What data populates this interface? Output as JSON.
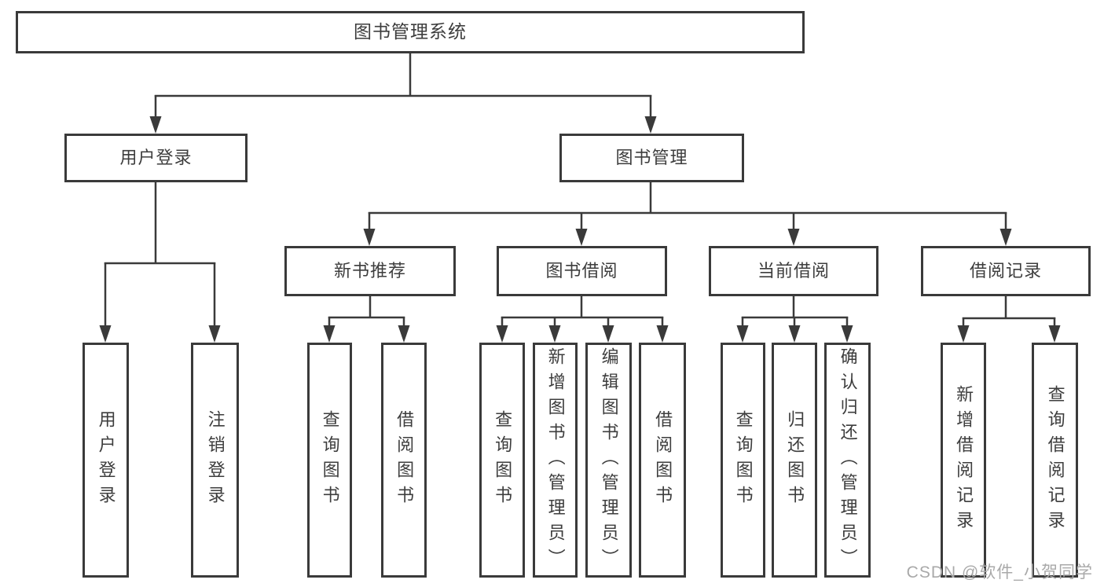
{
  "tree": {
    "label": "图书管理系统",
    "children": [
      {
        "label": "用户登录",
        "children": [
          {
            "label": "用户登录"
          },
          {
            "label": "注销登录"
          }
        ]
      },
      {
        "label": "图书管理",
        "children": [
          {
            "label": "新书推荐",
            "children": [
              {
                "label": "查询图书"
              },
              {
                "label": "借阅图书"
              }
            ]
          },
          {
            "label": "图书借阅",
            "children": [
              {
                "label": "查询图书"
              },
              {
                "label": "新增图书（管理员）"
              },
              {
                "label": "编辑图书（管理员）"
              },
              {
                "label": "借阅图书"
              }
            ]
          },
          {
            "label": "当前借阅",
            "children": [
              {
                "label": "查询图书"
              },
              {
                "label": "归还图书"
              },
              {
                "label": "确认归还（管理员）"
              }
            ]
          },
          {
            "label": "借阅记录",
            "children": [
              {
                "label": "新增借阅记录"
              },
              {
                "label": "查询借阅记录"
              }
            ]
          }
        ]
      }
    ]
  },
  "watermark": "CSDN @软件_小贺同学",
  "colors": {
    "line": "#3a3a3a",
    "border": "#3a3a3a",
    "text": "#3d3d3d",
    "watermark_text": "#a9a9a9",
    "background": "#ffffff"
  }
}
